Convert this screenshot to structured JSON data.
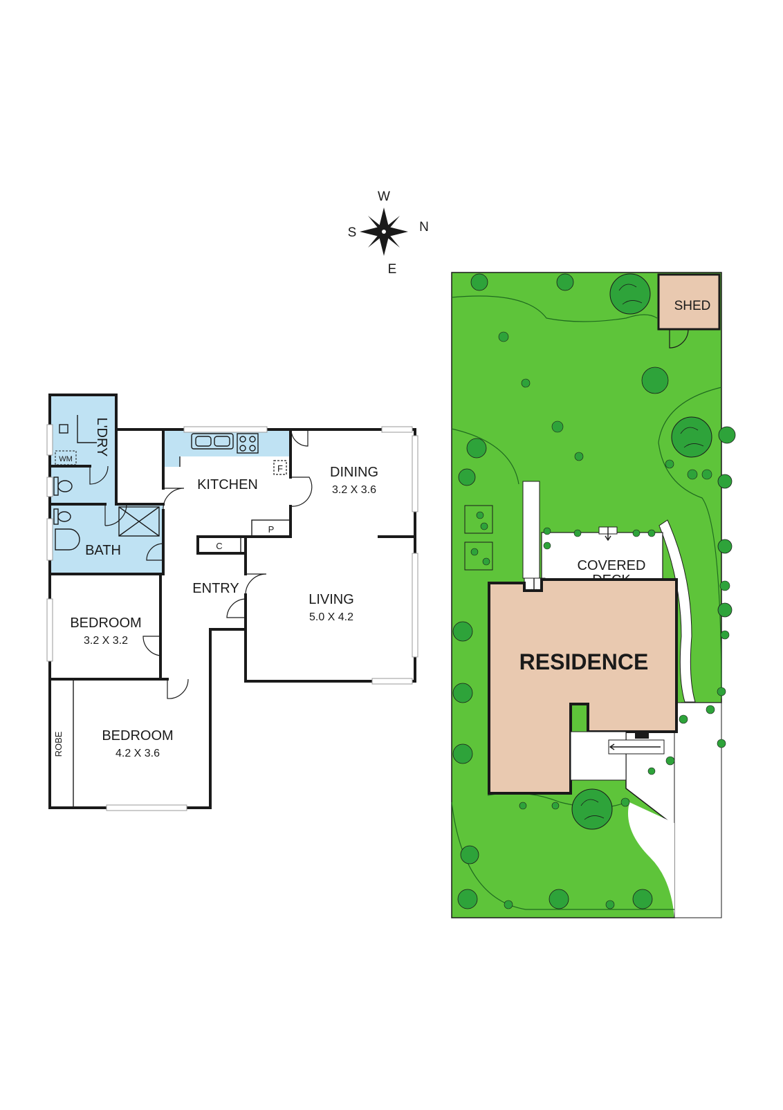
{
  "compass": {
    "north": "N",
    "south": "S",
    "east": "E",
    "west": "W"
  },
  "floorplan": {
    "rooms": {
      "laundry": {
        "name": "L'DRY",
        "wm": "WM"
      },
      "kitchen": {
        "name": "KITCHEN",
        "fridge": "F"
      },
      "dining": {
        "name": "DINING",
        "dims": "3.2 X 3.6"
      },
      "bath": {
        "name": "BATH"
      },
      "entry": {
        "name": "ENTRY"
      },
      "living": {
        "name": "LIVING",
        "dims": "5.0 X 4.2"
      },
      "bedroom1": {
        "name": "BEDROOM",
        "dims": "3.2 X 3.2"
      },
      "bedroom2": {
        "name": "BEDROOM",
        "dims": "4.2 X 3.6"
      },
      "robe": {
        "name": "ROBE"
      },
      "pantry": {
        "name": "P"
      },
      "cupboard": {
        "name": "C"
      }
    }
  },
  "siteplan": {
    "residence": "RESIDENCE",
    "shed": "SHED",
    "covered_deck_line1": "COVERED",
    "covered_deck_line2": "DECK"
  },
  "colors": {
    "lawn": "#5ec43a",
    "lawn_edge": "#1f6a1f",
    "tree": "#2ea33a",
    "building": "#e9c9b0",
    "wet_area": "#bfe2f3",
    "wall": "#1a1a1a"
  }
}
